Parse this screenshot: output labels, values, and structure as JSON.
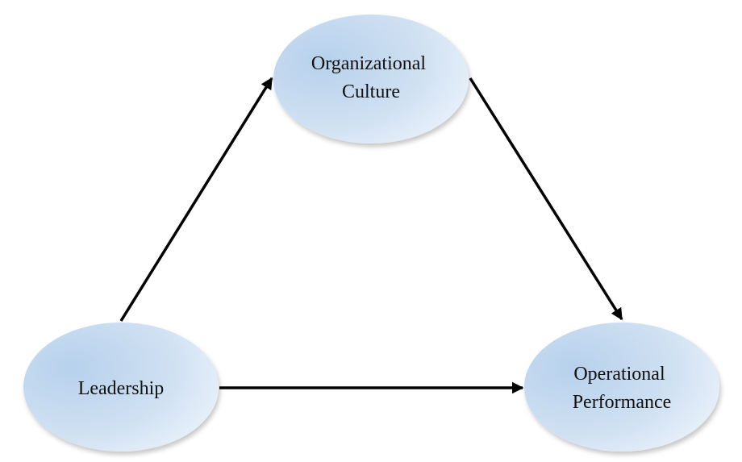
{
  "diagram": {
    "nodes": {
      "culture": {
        "lines": [
          "Organizational",
          "Culture"
        ]
      },
      "leadership": {
        "lines": [
          "Leadership"
        ]
      },
      "performance": {
        "lines": [
          "Operational",
          "Performance"
        ]
      }
    },
    "edges": [
      {
        "from": "leadership",
        "to": "culture"
      },
      {
        "from": "culture",
        "to": "performance"
      },
      {
        "from": "leadership",
        "to": "performance"
      }
    ]
  }
}
